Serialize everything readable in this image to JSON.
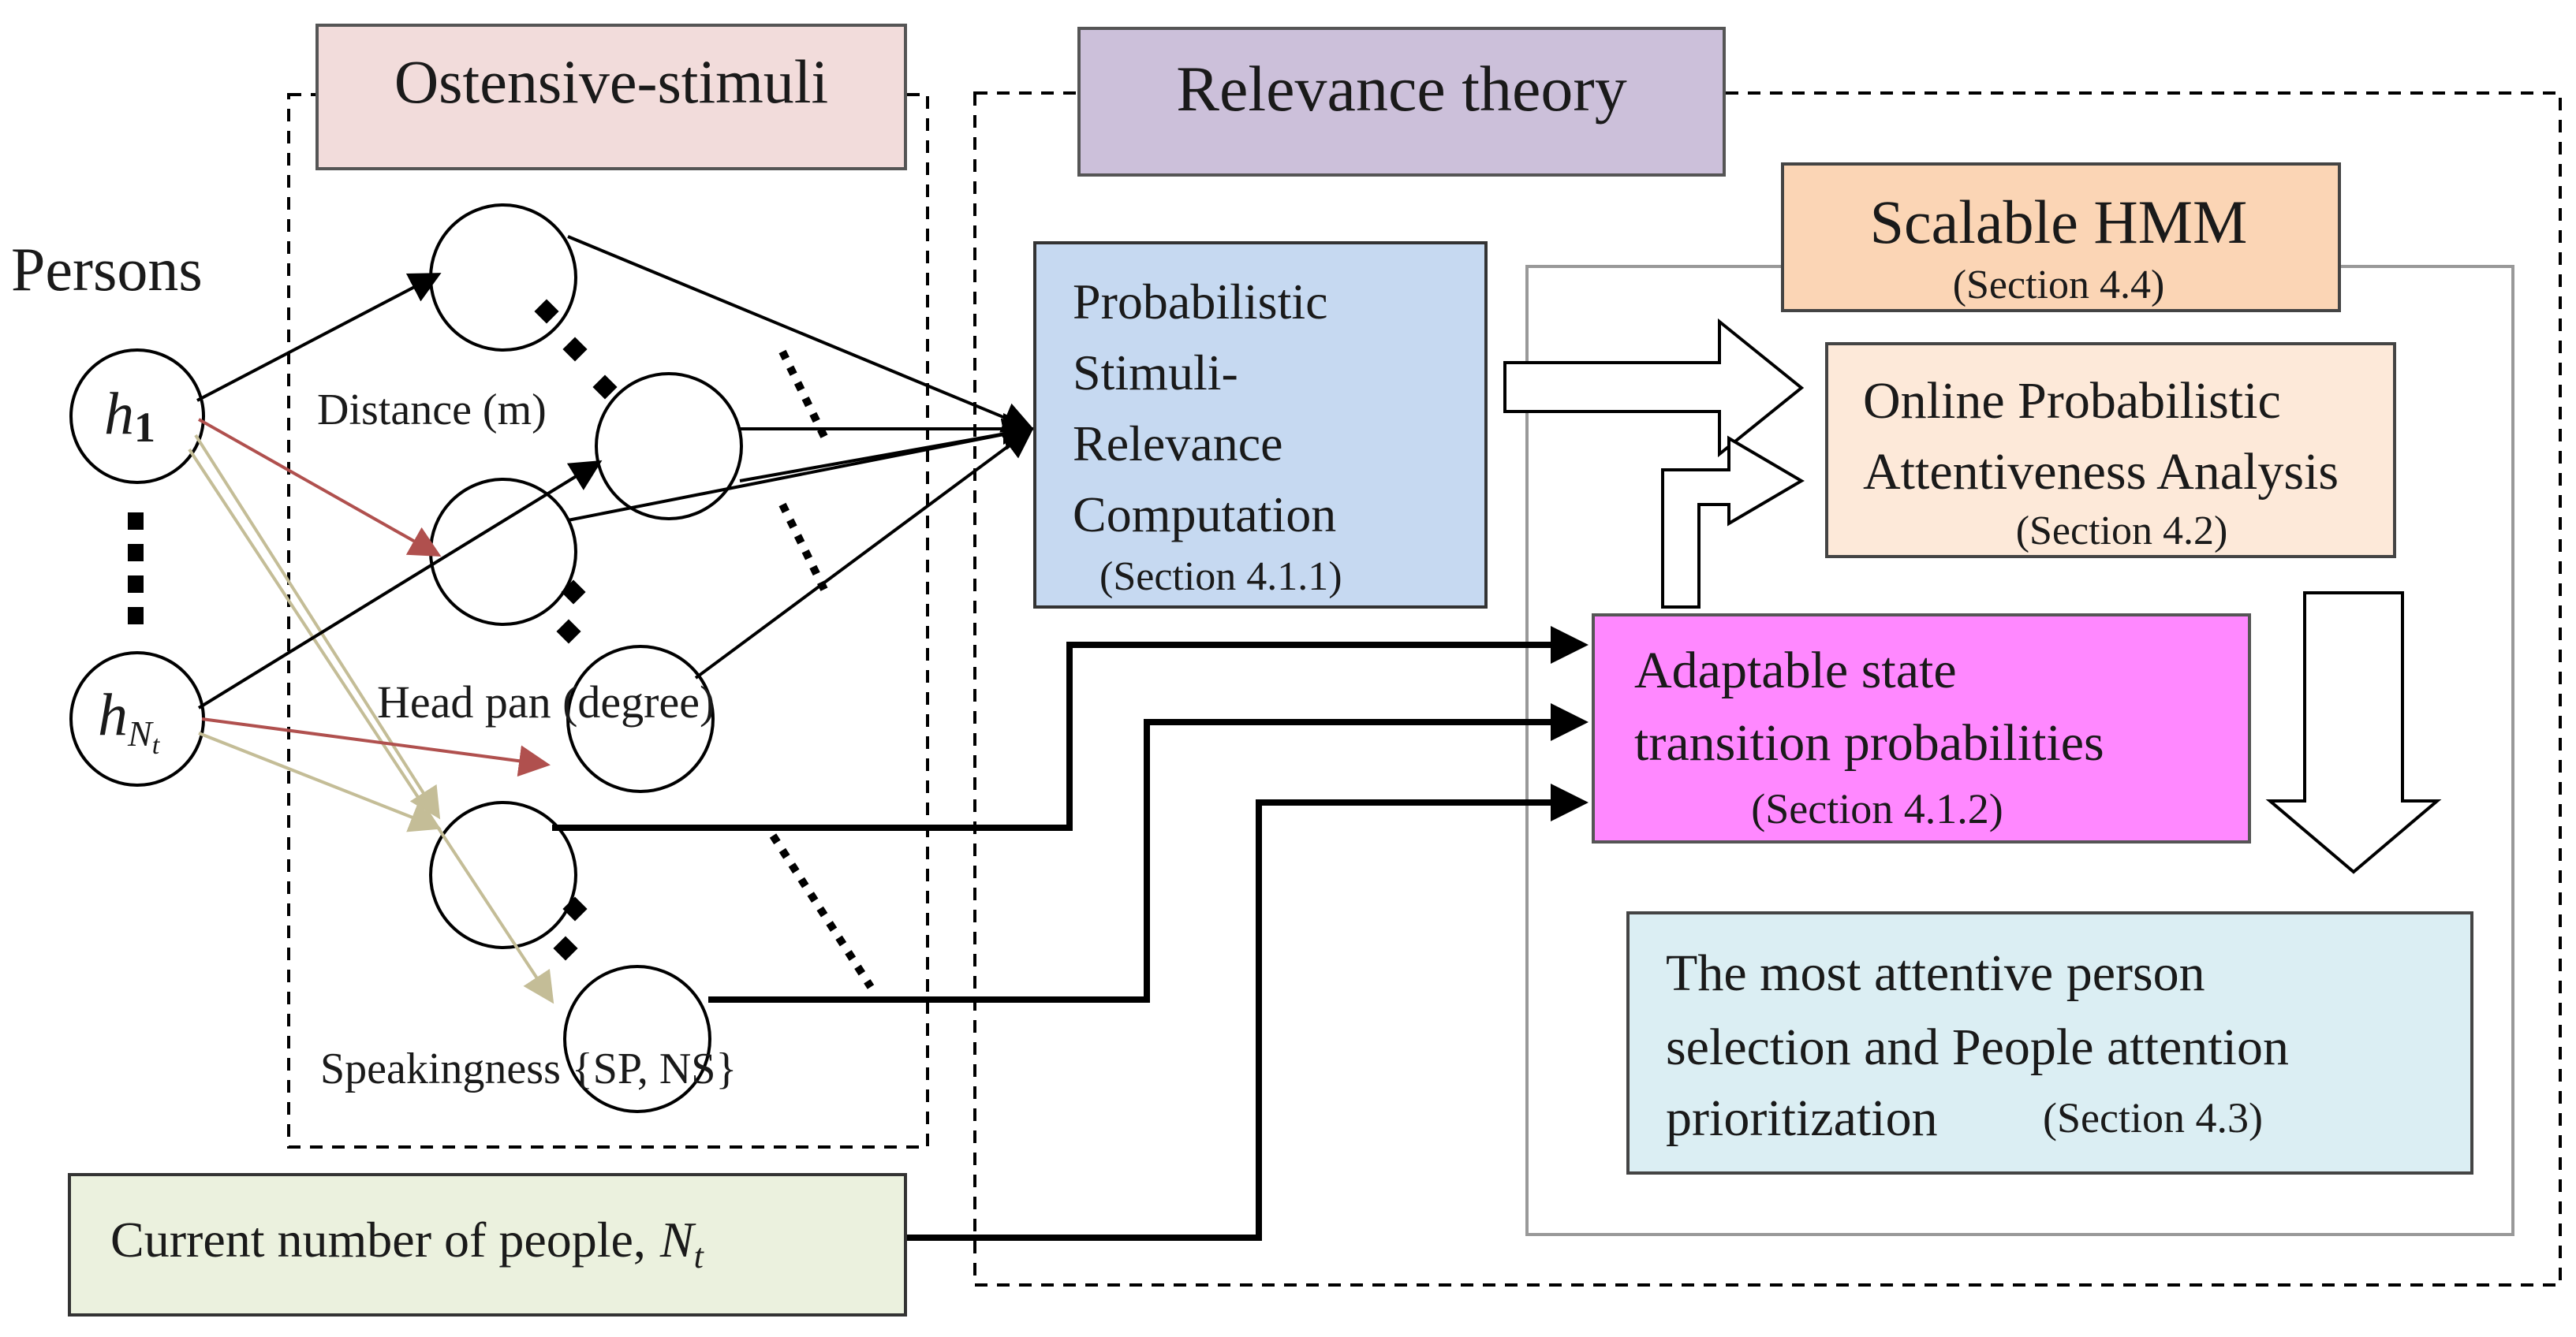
{
  "persons_label": "Persons",
  "person_first": "h",
  "person_first_sub": "1",
  "person_last": "h",
  "person_last_sub": "N",
  "person_last_subsub": "t",
  "ostensive_title": "Ostensive-stimuli",
  "relevance_title": "Relevance theory",
  "feature_distance": "Distance (m)",
  "feature_headpan": "Head pan (degree)",
  "feature_speaking": "Speakingness {SP, NS}",
  "probabilistic_box": {
    "lines": [
      "Probabilistic",
      "Stimuli-",
      "Relevance",
      "Computation"
    ],
    "section": "(Section 4.1.1)",
    "color": "#c6d9f1"
  },
  "hmm": {
    "title": "Scalable HMM",
    "section": "(Section 4.4)",
    "color": "#fbd5b5"
  },
  "online_box": {
    "lines": [
      "Online Probabilistic",
      "Attentiveness Analysis"
    ],
    "section": "(Section 4.2)",
    "color": "#fde9d9"
  },
  "adaptable_box": {
    "lines": [
      "Adaptable state",
      "transition probabilities"
    ],
    "section": "(Section 4.1.2)",
    "color": "#ff88ff"
  },
  "attentive_box": {
    "lines": [
      "The most attentive person",
      "selection and People attention",
      "prioritization"
    ],
    "section": "(Section 4.3)",
    "color": "#dbeef3"
  },
  "people_box": {
    "text": "Current number of people,",
    "var": "N",
    "var_sub": "t",
    "color": "#ebf1de"
  },
  "colors": {
    "ostensive_title_bg": "#f2dcdb",
    "relevance_title_bg": "#ccc0da",
    "distance_arrow": "#000000",
    "headpan_arrow": "#b0504e",
    "speaking_arrow": "#c4bd97"
  }
}
